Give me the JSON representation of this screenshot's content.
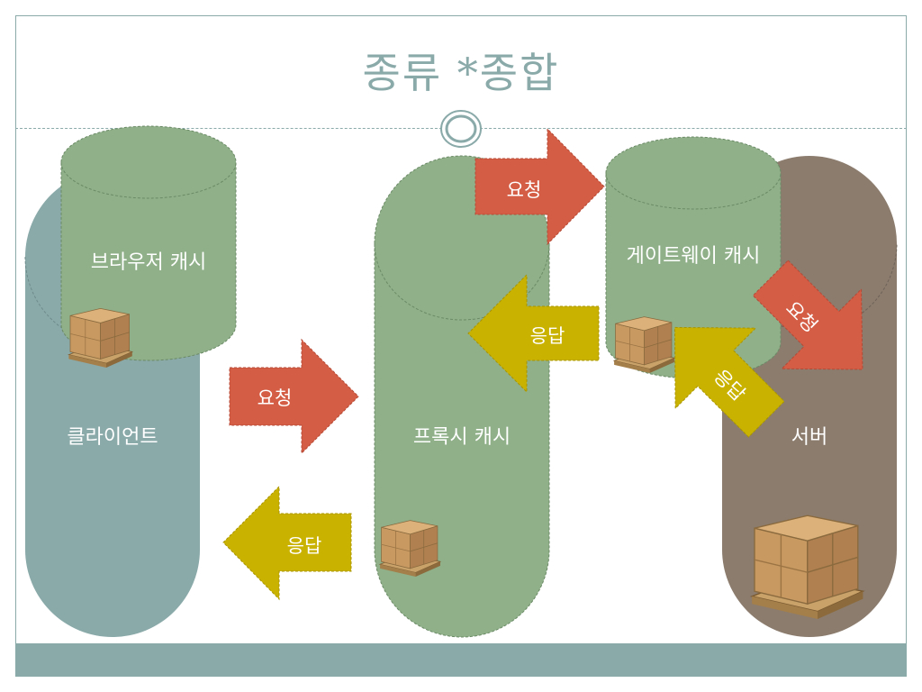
{
  "slide": {
    "title": "종류 *종합"
  },
  "nodes": {
    "client": "클라이언트",
    "browser_cache": "브라우저 캐시",
    "proxy_cache": "프록시 캐시",
    "gateway_cache": "게이트웨이 캐시",
    "server": "서버"
  },
  "arrows": {
    "request_to_proxy": "요청",
    "response_to_client": "응답",
    "request_to_gateway": "요청",
    "response_to_proxy": "응답",
    "request_to_server": "요청",
    "response_to_gateway": "응답"
  },
  "colors": {
    "accent": "#8aa9a9",
    "client": "#8aa9a9",
    "cache_green": "#8fb089",
    "server": "#8b7c6e",
    "request_arrow": "#d45d45",
    "response_arrow": "#c9b200"
  },
  "icons": [
    "package-pallet-icon",
    "ring-icon"
  ]
}
